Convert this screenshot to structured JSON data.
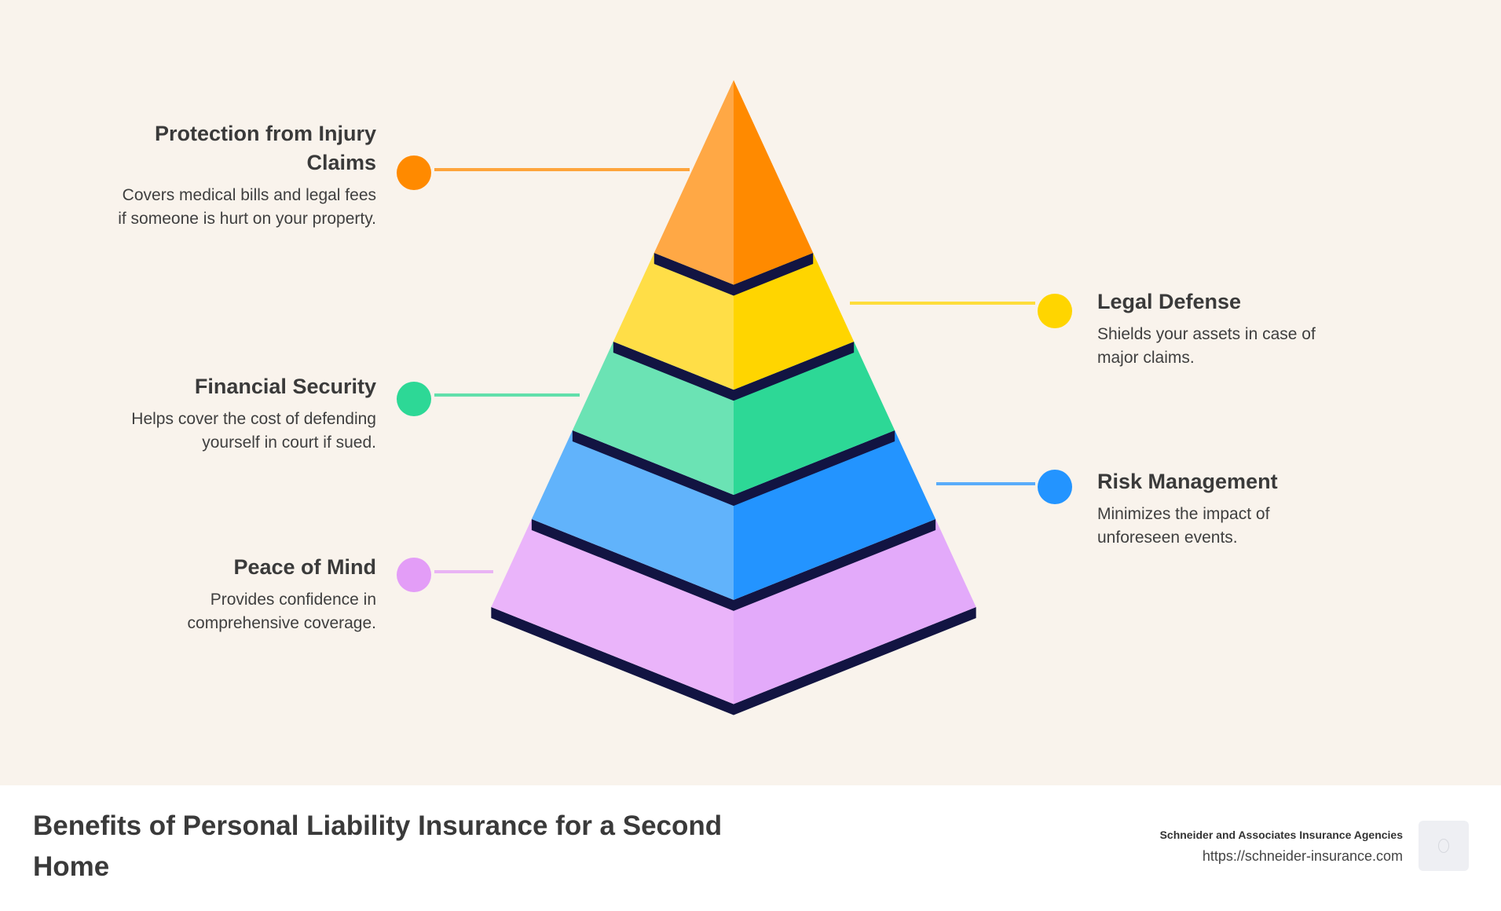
{
  "diagram": {
    "type": "pyramid",
    "benefits": [
      {
        "title": "Protection from Injury Claims",
        "description": "Covers medical bills and legal fees if someone is hurt on your property.",
        "color": "#ff8a00",
        "side": "left"
      },
      {
        "title": "Legal Defense",
        "description": "Shields your assets in case of major claims.",
        "color": "#ffd500",
        "side": "right"
      },
      {
        "title": "Financial Security",
        "description": "Helps cover the cost of defending yourself in court if sued.",
        "color": "#2dd896",
        "side": "left"
      },
      {
        "title": "Risk Management",
        "description": "Minimizes the impact of unforeseen events.",
        "color": "#2394ff",
        "side": "right"
      },
      {
        "title": "Peace of Mind",
        "description": "Provides confidence in comprehensive coverage.",
        "color": "#e39df7",
        "side": "left"
      }
    ],
    "layer_colors": [
      {
        "light": "#ffa845",
        "dark": "#ff8a00"
      },
      {
        "light": "#ffde47",
        "dark": "#ffd500"
      },
      {
        "light": "#6be3b4",
        "dark": "#2dd896"
      },
      {
        "light": "#61b3fb",
        "dark": "#2394ff"
      },
      {
        "light": "#eab4fa",
        "dark": "#e3aafa"
      }
    ],
    "edge_color": "#121442",
    "background": "#f9f3ec"
  },
  "footer": {
    "title": "Benefits of Personal Liability Insurance for a Second Home",
    "company": "Schneider and Associates Insurance Agencies",
    "url": "https://schneider-insurance.com"
  }
}
